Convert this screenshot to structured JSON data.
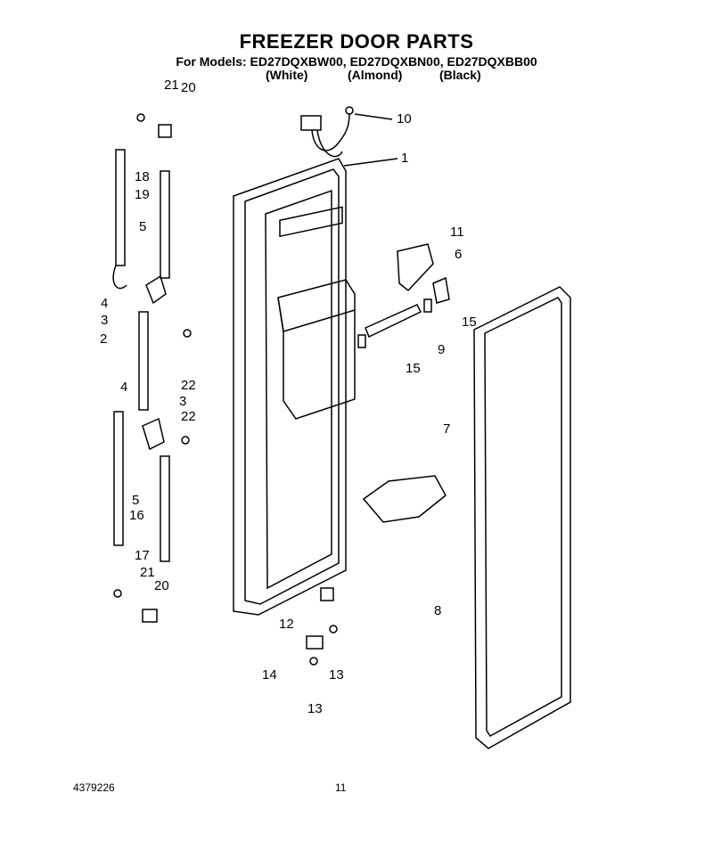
{
  "header": {
    "title": "FREEZER DOOR PARTS",
    "models_line": "For Models: ED27DQXBW00, ED27DQXBN00, ED27DQXBB00",
    "colors": [
      "(White)",
      "(Almond)",
      "(Black)"
    ]
  },
  "callouts": [
    "21",
    "20",
    "10",
    "1",
    "18",
    "19",
    "5",
    "11",
    "6",
    "4",
    "15",
    "3",
    "2",
    "9",
    "15",
    "22",
    "4",
    "3",
    "22",
    "7",
    "5",
    "16",
    "17",
    "8",
    "21",
    "20",
    "12",
    "14",
    "13",
    "13"
  ],
  "footer": {
    "part_number": "4379226",
    "page_number": "11"
  }
}
